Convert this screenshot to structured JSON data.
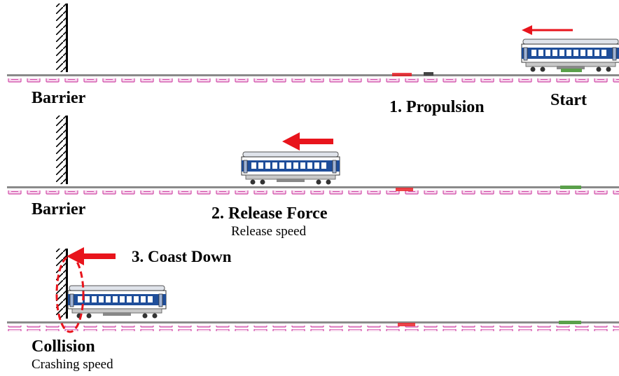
{
  "stage1": {
    "barrier_label": "Barrier",
    "step_label": "1. Propulsion",
    "start_label": "Start"
  },
  "stage2": {
    "barrier_label": "Barrier",
    "step_label": "2. Release Force",
    "speed_label": "Release speed"
  },
  "stage3": {
    "step_label": "3. Coast Down",
    "collision_label": "Collision",
    "speed_label": "Crashing speed"
  },
  "colors": {
    "arrow": "#e8141c",
    "train_body": "#1f4e9a",
    "train_roof": "#dfe3ea",
    "rail": "#8a8a8a",
    "sleeper": "#d14aa8",
    "collision_ring": "#e8141c"
  }
}
